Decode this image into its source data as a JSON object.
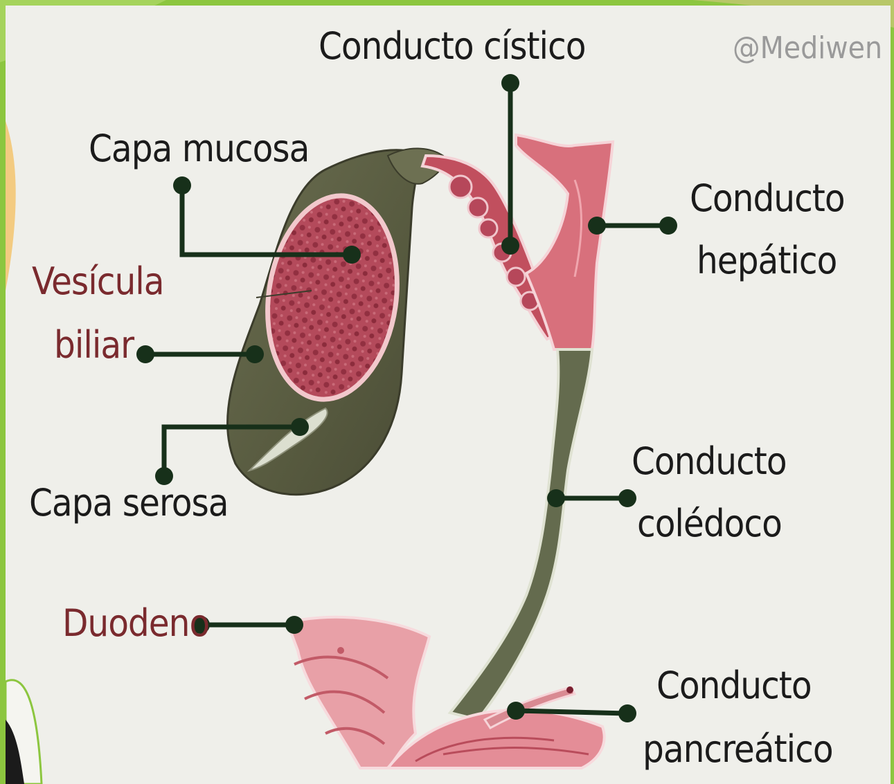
{
  "watermark": "@Mediwen",
  "labels": {
    "conducto_cistico": "Conducto cístico",
    "capa_mucosa": "Capa mucosa",
    "vesicula_line1": "Vesícula",
    "vesicula_line2": "biliar",
    "capa_serosa": "Capa serosa",
    "duodeno": "Duodeno",
    "hepatico_line1": "Conducto",
    "hepatico_line2": "hepático",
    "coledoco_line1": "Conducto",
    "coledoco_line2": "colédoco",
    "pancreatico_line1": "Conducto",
    "pancreatico_line2": "pancreático"
  },
  "colors": {
    "frame": "#8cc63f",
    "background": "#efefea",
    "leader": "#17301a",
    "label_dark": "#1b1b1b",
    "label_red": "#7a2a2e",
    "gallbladder_wall": "#5c5f45",
    "mucosa": "#b5485a",
    "duct_pink": "#d9737e",
    "duct_olive": "#636a4e"
  }
}
